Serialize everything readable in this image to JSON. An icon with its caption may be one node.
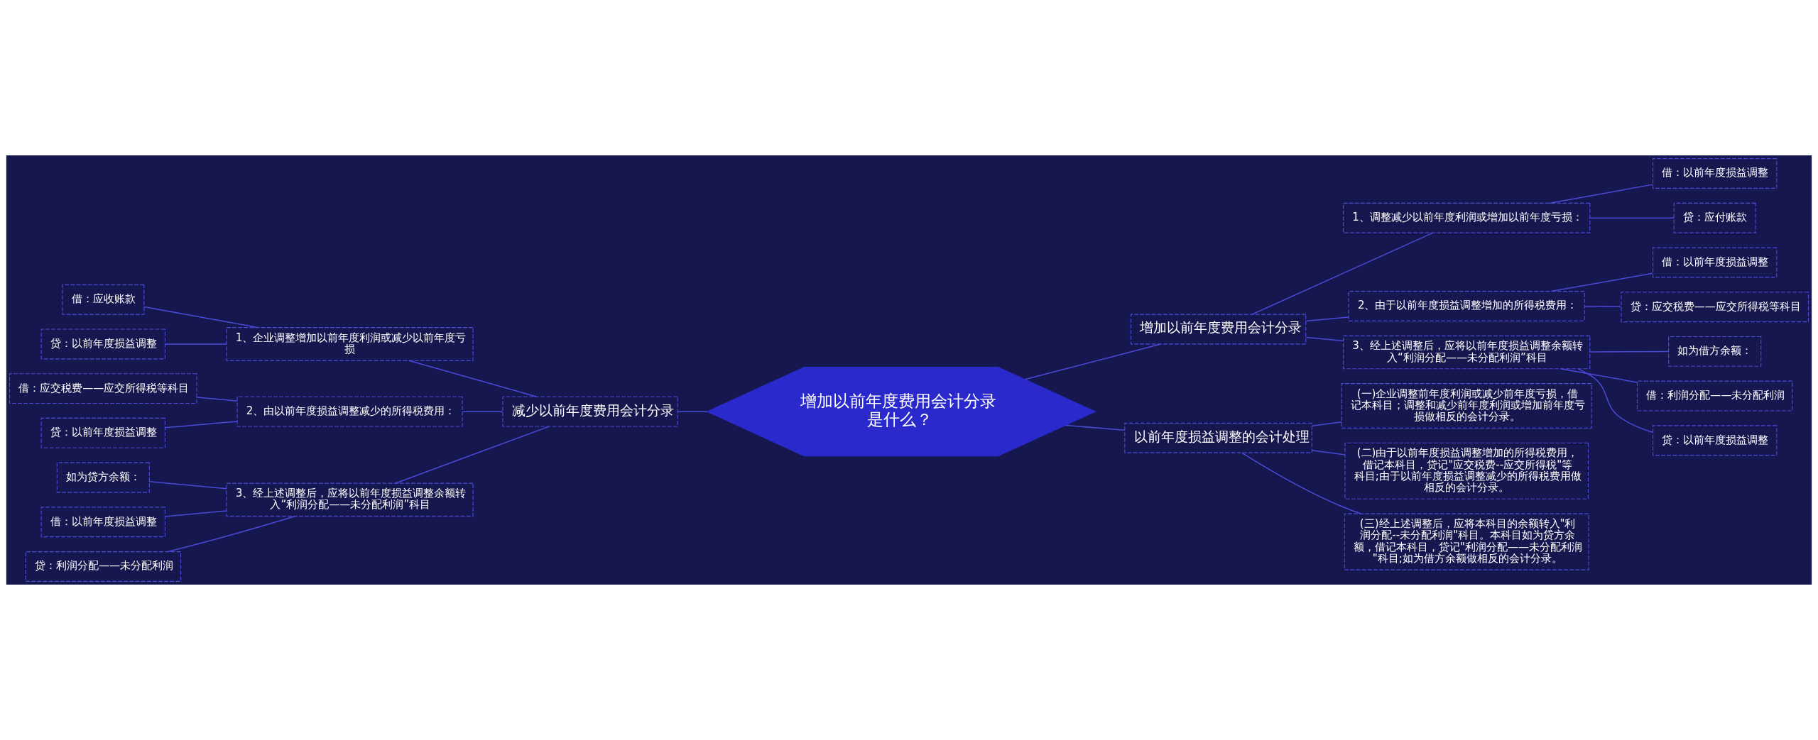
{
  "diagram": {
    "nodes": [
      {
        "text": [
          "增加以前年度费用会计分录是什么？"
        ]
      },
      {
        "text": [
          "增加以前年度费用会计分录"
        ]
      },
      {
        "text": [
          "1、调整减少以前年度利润或增加以前年度亏损："
        ]
      },
      {
        "text": [
          "借：以前年度损益调整"
        ]
      },
      {
        "text": [
          "贷：应付账款"
        ]
      },
      {
        "text": [
          "2、由于以前年度损益调整增加的所得税费用："
        ]
      },
      {
        "text": [
          "借：以前年度损益调整"
        ]
      },
      {
        "text": [
          "贷：应交税费——应交所得税等科目"
        ]
      },
      {
        "text": [
          "3、经上述调整后，应将以前年度损益调整余额转入“利润分配——未分配利润”科目"
        ]
      },
      {
        "text": [
          "如为借方余额："
        ]
      },
      {
        "text": [
          "借：利润分配——未分配利润"
        ]
      },
      {
        "text": [
          "贷：以前年度损益调整"
        ]
      },
      {
        "text": [
          "以前年度损益调整的会计处理"
        ]
      },
      {
        "text": [
          "(一)企业调整前年度利润或减少前年度亏损，借记本科目；调整和减少前年度利润或增加前年度亏损做相反的会计分录。"
        ]
      },
      {
        "text": [
          "(二)由于以前年度损益调整增加的所得税费用，借记本科目，贷记\"应交税费--应交所得税\"等科目;由于以前年度损益调整减少的所得税费用做相反的会计分录。"
        ]
      },
      {
        "text": [
          "(三)经上述调整后，应将本科目的余额转入\"利润分配--未分配利润\"科目。本科目如为贷方余额，借记本科目，贷记\"利润分配——未分配利润\"科目;如为借方余额做相反的会计分录。"
        ]
      },
      {
        "text": [
          "减少以前年度费用会计分录"
        ]
      },
      {
        "text": [
          "1、企业调整增加以前年度利润或减少以前年度亏损"
        ]
      },
      {
        "text": [
          "借：应收账款"
        ]
      },
      {
        "text": [
          "贷：以前年度损益调整"
        ]
      },
      {
        "text": [
          "2、由以前年度损益调整减少的所得税费用："
        ]
      },
      {
        "text": [
          "借：应交税费——应交所得税等科目"
        ]
      },
      {
        "text": [
          "贷：以前年度损益调整"
        ]
      },
      {
        "text": [
          "3、经上述调整后，应将以前年度损益调整余额转入“利润分配——未分配利润”科目"
        ]
      },
      {
        "text": [
          "如为贷方余额："
        ]
      },
      {
        "text": [
          "借：以前年度损益调整"
        ]
      },
      {
        "text": [
          "贷：利润分配——未分配利润"
        ]
      }
    ],
    "edges": [
      {
        "from": 0,
        "to": 1,
        "arrow": "none"
      },
      {
        "from": 1,
        "to": 2,
        "arrow": "none"
      },
      {
        "from": 2,
        "to": 3,
        "arrow": "none"
      },
      {
        "from": 2,
        "to": 4,
        "arrow": "none"
      },
      {
        "from": 1,
        "to": 5,
        "arrow": "none"
      },
      {
        "from": 5,
        "to": 6,
        "arrow": "none"
      },
      {
        "from": 5,
        "to": 7,
        "arrow": "none"
      },
      {
        "from": 1,
        "to": 8,
        "arrow": "none"
      },
      {
        "from": 8,
        "to": 9,
        "arrow": "none"
      },
      {
        "from": 8,
        "to": 10,
        "arrow": "none"
      },
      {
        "from": 8,
        "to": 11,
        "arrow": "none"
      },
      {
        "from": 0,
        "to": 12,
        "arrow": "none"
      },
      {
        "from": 12,
        "to": 13,
        "arrow": "none"
      },
      {
        "from": 12,
        "to": 14,
        "arrow": "none"
      },
      {
        "from": 12,
        "to": 15,
        "arrow": "none"
      },
      {
        "from": 0,
        "to": 16,
        "arrow": "none"
      },
      {
        "from": 16,
        "to": 17,
        "arrow": "none"
      },
      {
        "from": 17,
        "to": 18,
        "arrow": "none"
      },
      {
        "from": 17,
        "to": 19,
        "arrow": "none"
      },
      {
        "from": 16,
        "to": 20,
        "arrow": "none"
      },
      {
        "from": 20,
        "to": 21,
        "arrow": "none"
      },
      {
        "from": 20,
        "to": 22,
        "arrow": "none"
      },
      {
        "from": 16,
        "to": 23,
        "arrow": "none"
      },
      {
        "from": 23,
        "to": 24,
        "arrow": "none"
      },
      {
        "from": 23,
        "to": 25,
        "arrow": "none"
      },
      {
        "from": 23,
        "to": 26,
        "arrow": "none"
      }
    ]
  }
}
